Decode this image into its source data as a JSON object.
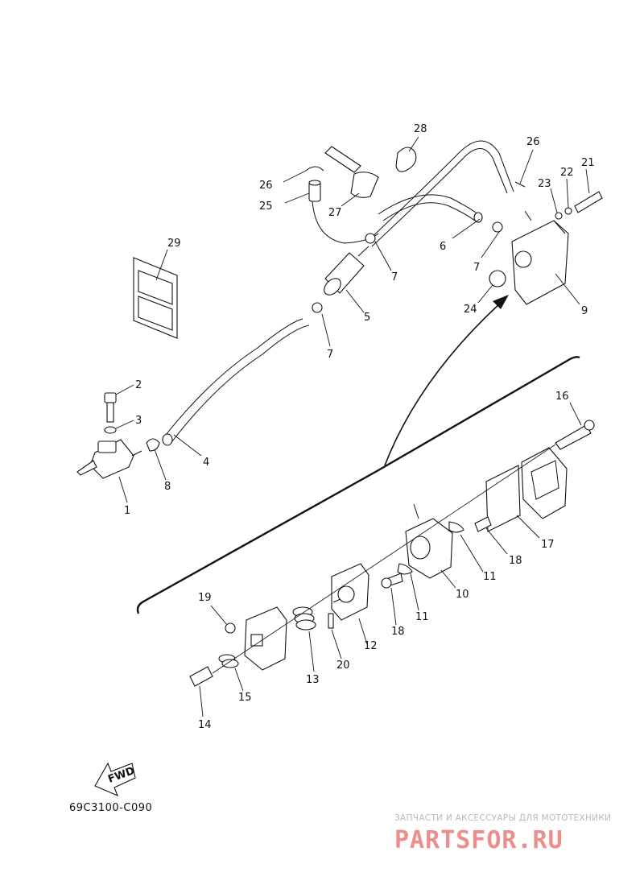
{
  "diagram_code": "69C3100-C090",
  "fwd_label": "FWD",
  "watermark": {
    "subtitle": "ЗАПЧАСТИ И АКСЕССУАРЫ ДЛЯ МОТОТЕХНИКИ",
    "logo": "PARTSFOR.RU"
  },
  "callouts": {
    "n1": "1",
    "n2": "2",
    "n3": "3",
    "n4": "4",
    "n5": "5",
    "n6": "6",
    "n7a": "7",
    "n7b": "7",
    "n7c": "7",
    "n8": "8",
    "n9": "9",
    "n10": "10",
    "n11a": "11",
    "n11b": "11",
    "n12": "12",
    "n13": "13",
    "n14": "14",
    "n15": "15",
    "n16": "16",
    "n17": "17",
    "n18a": "18",
    "n18b": "18",
    "n19": "19",
    "n20": "20",
    "n21": "21",
    "n22": "22",
    "n23": "23",
    "n24": "24",
    "n25": "25",
    "n26a": "26",
    "n26b": "26",
    "n27": "27",
    "n28": "28",
    "n29": "29"
  },
  "colors": {
    "line": "#111111",
    "watermark_logo": "#ea8e8e",
    "watermark_text": "#b9b9b9"
  }
}
